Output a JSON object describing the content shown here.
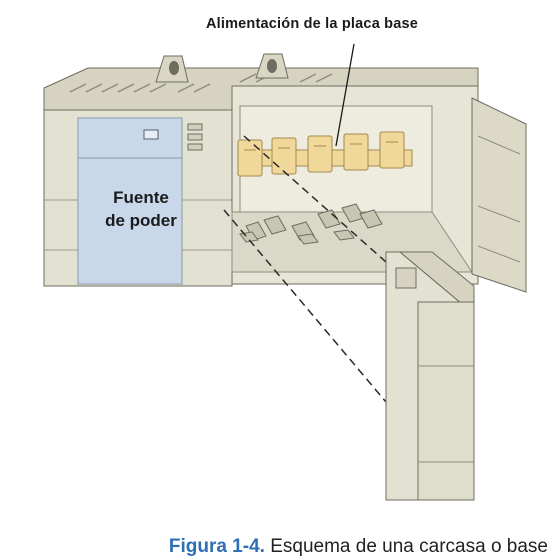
{
  "callout": {
    "text": "Alimentación de la placa base"
  },
  "power_supply": {
    "line1": "Fuente",
    "line2": "de poder"
  },
  "caption": {
    "number": "Figura 1-4.",
    "text": " Esquema de una carcasa o base"
  },
  "colors": {
    "housing": "#e3e2d2",
    "housing_dark": "#cfcdb9",
    "power_supply_face": "#c9d7ea",
    "connector": "#f0d79a",
    "caption_accent": "#2e6fb5"
  }
}
